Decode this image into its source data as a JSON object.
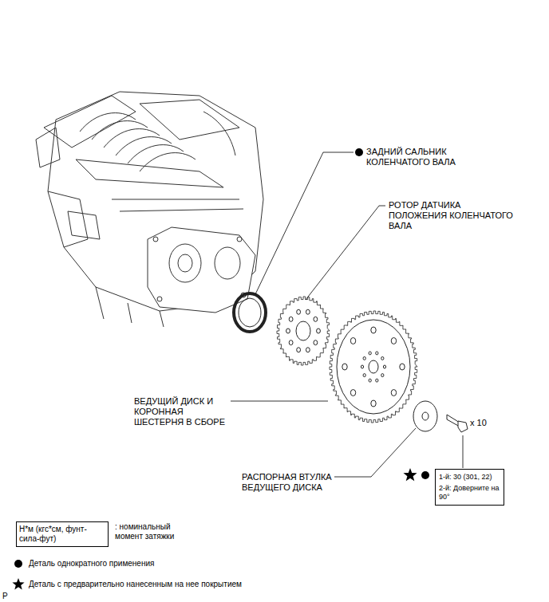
{
  "diagram": {
    "nodes": [
      {
        "text": [
          "1-й: 30 (301, 22)",
          "2-й: Доверните на 90°"
        ]
      },
      {
        "text": [
          "Н*м (кгс*см, фунт-сила-фут)"
        ]
      }
    ],
    "labels": [
      "ЗАДНИЙ САЛЬНИК КОЛЕНЧАТОГО ВАЛА",
      "РОТОР ДАТЧИКА ПОЛОЖЕНИЯ КОЛЕНЧАТОГО ВАЛА",
      "ВЕДУЩИЙ ДИСК И КОРОННАЯ ШЕСТЕРНЯ В СБОРЕ",
      "РАСПОРНАЯ ВТУЛКА ВЕДУЩЕГО ДИСКА",
      "x 10",
      "P"
    ],
    "legend": [
      {
        "text": ": номинальный момент затяжки"
      },
      {
        "text": "Деталь однократного применения"
      },
      {
        "text": "Деталь с предварительно нанесенным на нее покрытием"
      }
    ]
  }
}
